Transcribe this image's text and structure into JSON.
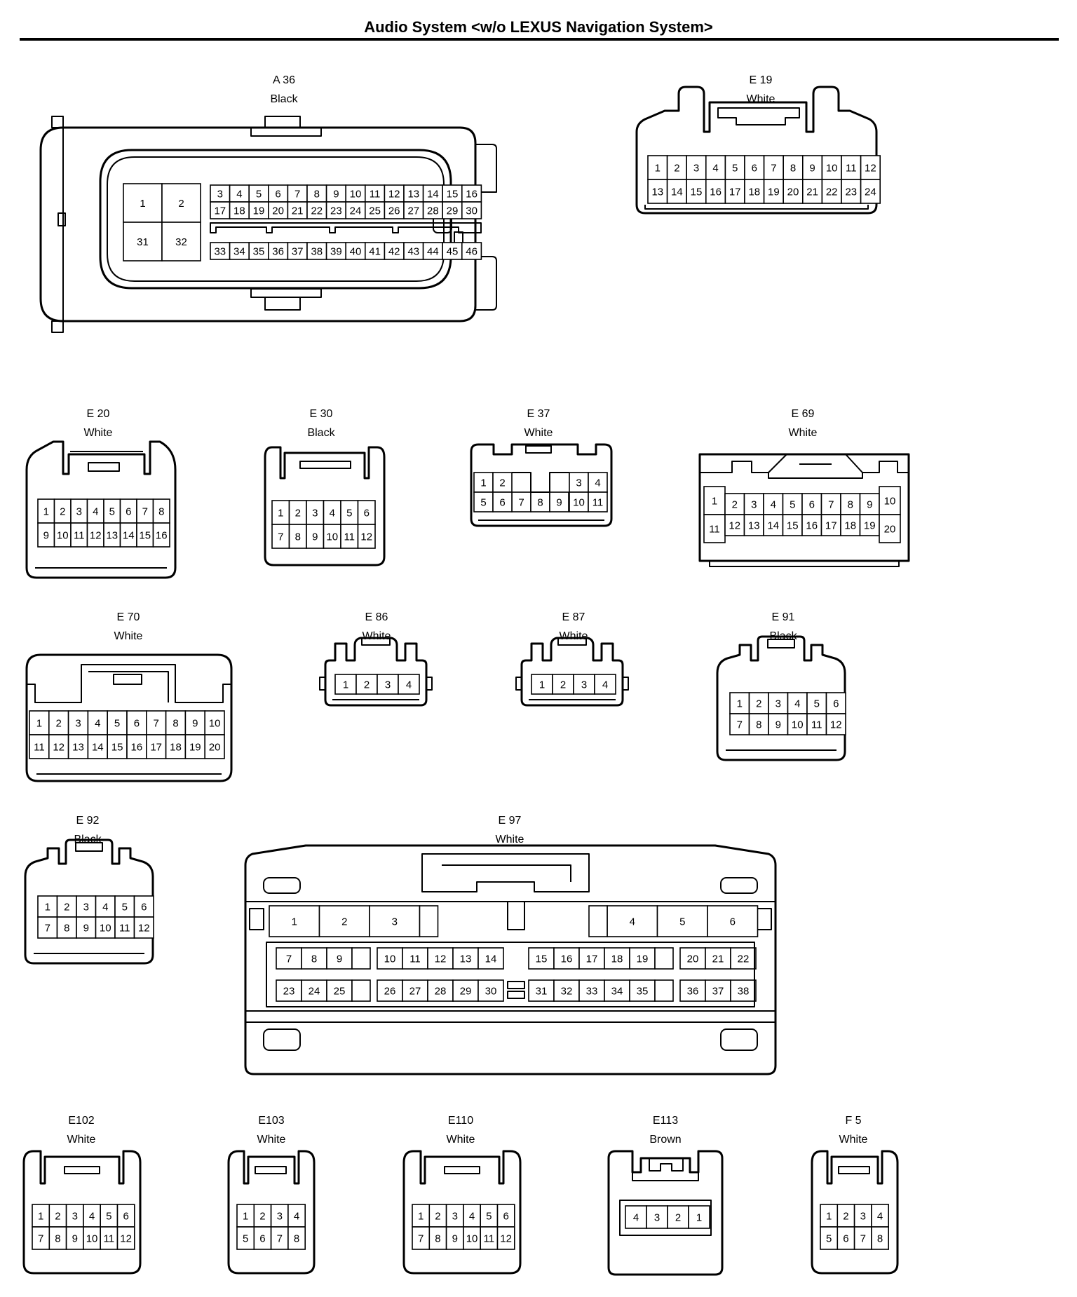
{
  "title": "Audio System <w/o LEXUS Navigation System>",
  "connectors": [
    {
      "key": "a36",
      "id": "A 36",
      "color": "Black"
    },
    {
      "key": "e19",
      "id": "E 19",
      "color": "White"
    },
    {
      "key": "e20",
      "id": "E 20",
      "color": "White"
    },
    {
      "key": "e30",
      "id": "E 30",
      "color": "Black"
    },
    {
      "key": "e37",
      "id": "E 37",
      "color": "White"
    },
    {
      "key": "e69",
      "id": "E 69",
      "color": "White"
    },
    {
      "key": "e70",
      "id": "E 70",
      "color": "White"
    },
    {
      "key": "e86",
      "id": "E 86",
      "color": "White"
    },
    {
      "key": "e87",
      "id": "E 87",
      "color": "White"
    },
    {
      "key": "e91",
      "id": "E 91",
      "color": "Black"
    },
    {
      "key": "e92",
      "id": "E 92",
      "color": "Black"
    },
    {
      "key": "e97",
      "id": "E 97",
      "color": "White"
    },
    {
      "key": "e102",
      "id": "E102",
      "color": "White"
    },
    {
      "key": "e103",
      "id": "E103",
      "color": "White"
    },
    {
      "key": "e110",
      "id": "E110",
      "color": "White"
    },
    {
      "key": "e113",
      "id": "E113",
      "color": "Brown"
    },
    {
      "key": "f5",
      "id": "F 5",
      "color": "White"
    }
  ]
}
